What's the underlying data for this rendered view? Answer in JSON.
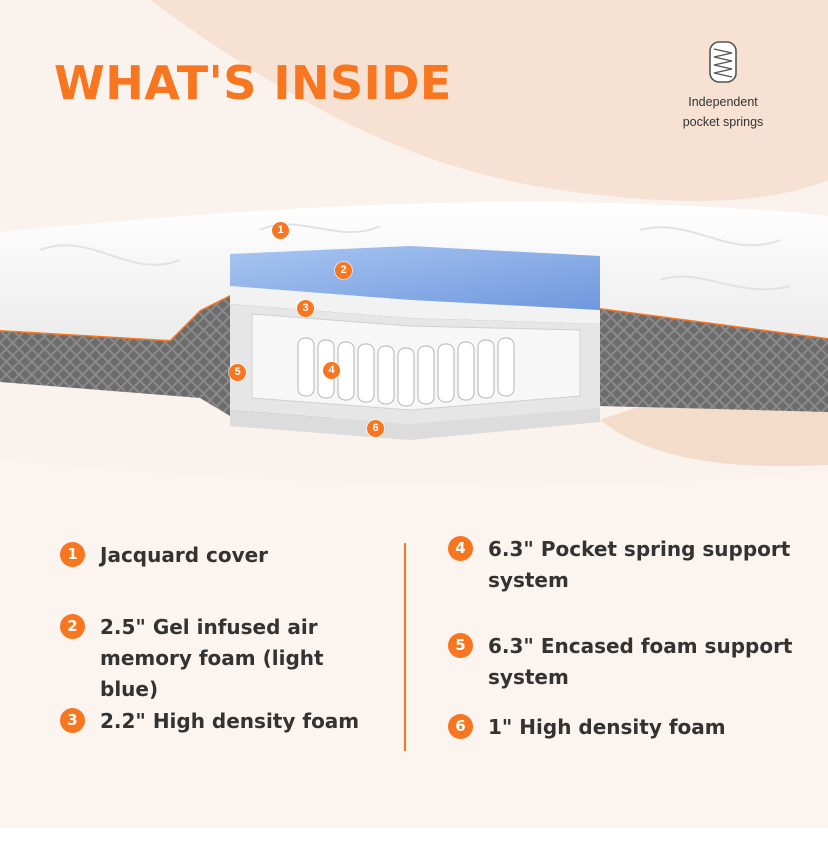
{
  "header": {
    "title": "WHAT'S INSIDE"
  },
  "badge": {
    "icon": "coil-spring-icon",
    "label_line1": "Independent",
    "label_line2": "pocket springs"
  },
  "diagram": {
    "markers": [
      "1",
      "2",
      "3",
      "4",
      "5",
      "6"
    ]
  },
  "layers": {
    "left": [
      {
        "num": "1",
        "line1": "Jacquard cover",
        "line2": ""
      },
      {
        "num": "2",
        "line1": "2.5\" Gel infused air",
        "line2": "memory foam (light blue)"
      },
      {
        "num": "3",
        "line1": "2.2\" High density foam",
        "line2": ""
      }
    ],
    "right": [
      {
        "num": "4",
        "line1": "6.3\" Pocket spring support",
        "line2": "system"
      },
      {
        "num": "5",
        "line1": "6.3\" Encased foam support",
        "line2": "system"
      },
      {
        "num": "6",
        "line1": "1\" High density foam",
        "line2": ""
      }
    ]
  },
  "colors": {
    "accent": "#f7761f",
    "background": "#faf2ec",
    "text": "#333333",
    "gel_foam": "#8fb2ea",
    "side_knit": "#7f7f7f"
  }
}
